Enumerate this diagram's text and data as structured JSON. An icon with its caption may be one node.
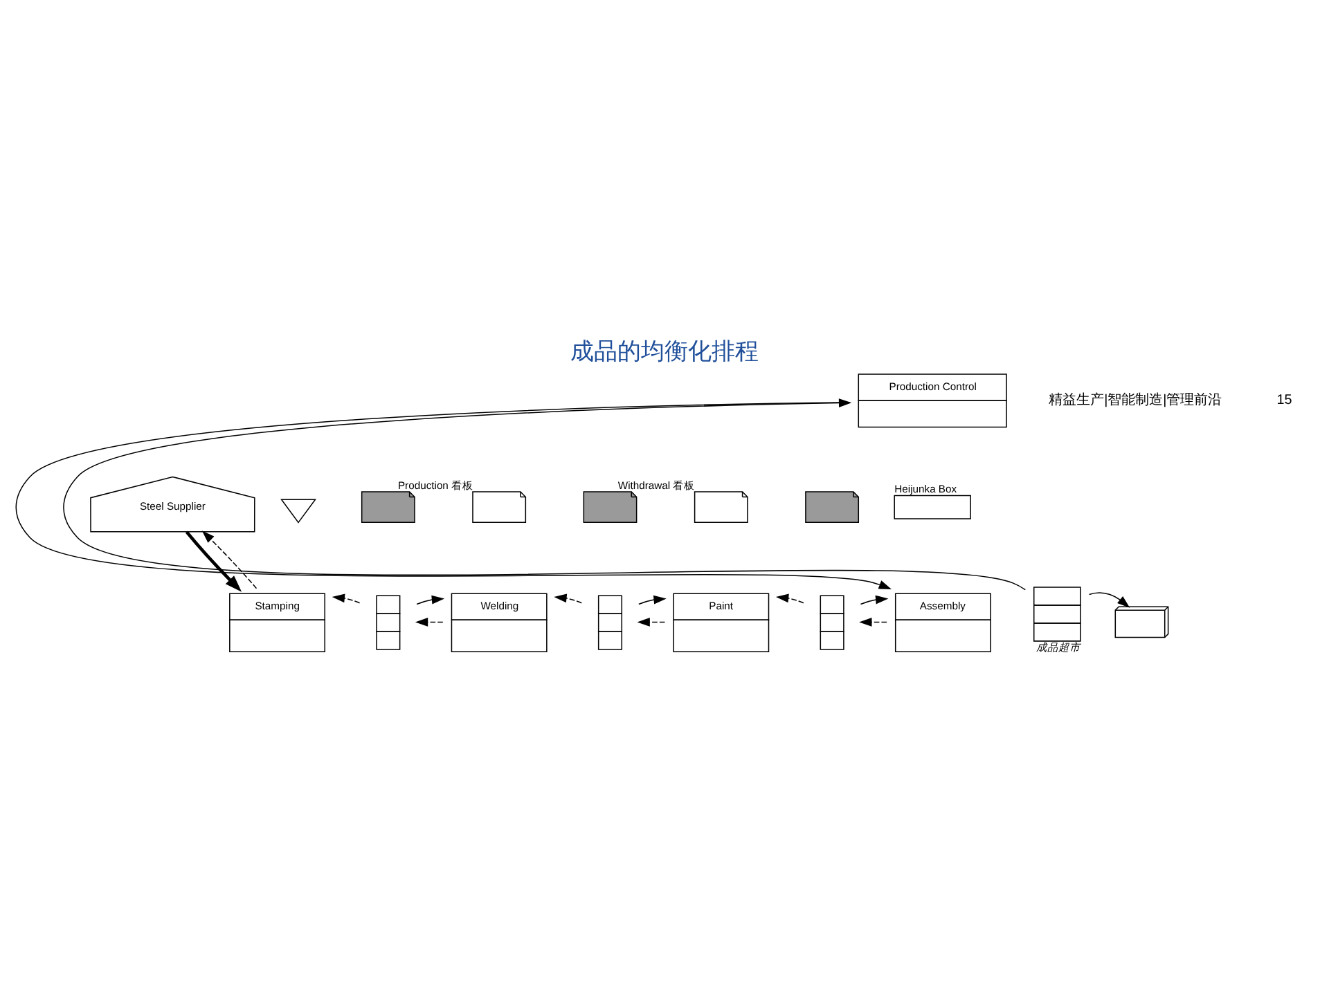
{
  "diagram": {
    "title": "成品的均衡化排程",
    "nodes": [
      {
        "text": [
          "Production Control"
        ]
      },
      {
        "text": [
          "Steel Supplier"
        ]
      },
      {
        "text": [
          "Stamping"
        ]
      },
      {
        "text": [],
        "shape": "box"
      },
      {
        "text": [
          "Welding"
        ]
      },
      {
        "text": [],
        "shape": "box"
      },
      {
        "text": [
          "Paint"
        ]
      },
      {
        "text": [],
        "shape": "box"
      },
      {
        "text": [
          "Assembly"
        ]
      },
      {
        "text": [],
        "shape": "box",
        "beside": [
          "成品超市"
        ]
      },
      {
        "text": [],
        "shape": "picture"
      },
      {
        "text": [],
        "shape": "box",
        "beside": [
          "Heijunka Box"
        ]
      },
      {
        "text": [],
        "shape": "box"
      },
      {
        "text": [],
        "shape": "box",
        "beside": [
          "Production 看板"
        ]
      },
      {
        "text": [],
        "shape": "box"
      },
      {
        "text": [],
        "shape": "box",
        "beside": [
          "Withdrawal 看板"
        ]
      },
      {
        "text": [],
        "shape": "box"
      },
      {
        "text": [],
        "shape": "triangle"
      }
    ],
    "edges": [
      {
        "from": 2,
        "to": 1,
        "arrow": "to",
        "style": "dashed"
      },
      {
        "from": 1,
        "to": 2,
        "arrow": "to",
        "style": "thick"
      },
      {
        "from": 3,
        "to": 2,
        "arrow": "to",
        "style": "dashed"
      },
      {
        "from": 4,
        "to": 3,
        "arrow": "to",
        "style": "dashed"
      },
      {
        "from": 5,
        "to": 4,
        "arrow": "to",
        "style": "dashed"
      },
      {
        "from": 6,
        "to": 5,
        "arrow": "to",
        "style": "dashed"
      },
      {
        "from": 7,
        "to": 6,
        "arrow": "to",
        "style": "dashed"
      },
      {
        "from": 8,
        "to": 7,
        "arrow": "to",
        "style": "dashed"
      },
      {
        "from": 0,
        "to": 8,
        "arrow": "to"
      },
      {
        "from": 9,
        "to": 0,
        "arrow": "to"
      },
      {
        "from": 3,
        "to": 4,
        "arrow": "to"
      },
      {
        "from": 5,
        "to": 6,
        "arrow": "to"
      },
      {
        "from": 7,
        "to": 8,
        "arrow": "to"
      },
      {
        "from": 9,
        "to": 10,
        "arrow": "to"
      }
    ],
    "labels": [
      "精益生产|智能制造|管理前沿",
      "15"
    ]
  }
}
